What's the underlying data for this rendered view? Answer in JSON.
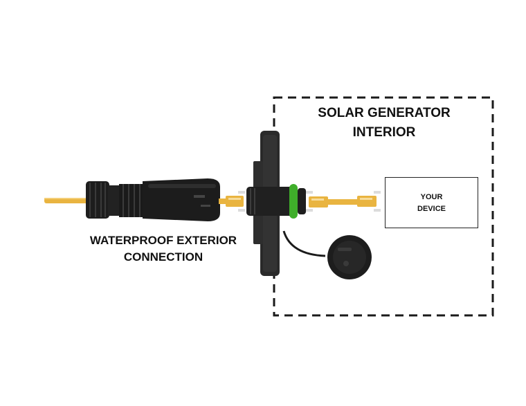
{
  "interior_box": {
    "title_line1": "SOLAR GENERATOR",
    "title_line2": "INTERIOR"
  },
  "exterior": {
    "label_line1": "WATERPROOF EXTERIOR",
    "label_line2": "CONNECTION"
  },
  "device": {
    "label_line1": "YOUR",
    "label_line2": "DEVICE"
  },
  "colors": {
    "cable": "#e9b440",
    "connector_black": "#1c1c1c",
    "oring_green": "#3fae2a",
    "dash": "#1a1a1a"
  }
}
